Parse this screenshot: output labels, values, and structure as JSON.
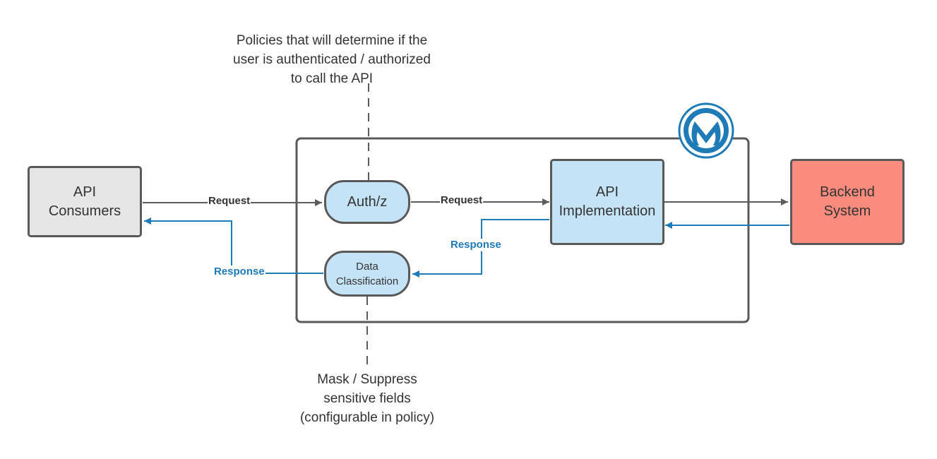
{
  "notes": {
    "top": [
      "Policies that will determine if the",
      "user is authenticated / authorized",
      "to call the API"
    ],
    "bottom": [
      "Mask / Suppress",
      "sensitive fields",
      "(configurable in policy)"
    ]
  },
  "nodes": {
    "consumers": [
      "API",
      "Consumers"
    ],
    "authz": "Auth/z",
    "data_classification": [
      "Data",
      "Classification"
    ],
    "api_impl": [
      "API",
      "Implementation"
    ],
    "backend": [
      "Backend",
      "System"
    ]
  },
  "edges": {
    "request_1": "Request",
    "request_2": "Request",
    "response_1": "Response",
    "response_2": "Response"
  },
  "logo": {
    "name": "mulesoft-logo-icon"
  },
  "colors": {
    "consumer_fill": "#e6e6e6",
    "policy_fill": "#c5e3f7",
    "backend_fill": "#fb8c7d",
    "response_line": "#1f7ab8",
    "request_line": "#5c5c5c",
    "border": "#595959"
  }
}
